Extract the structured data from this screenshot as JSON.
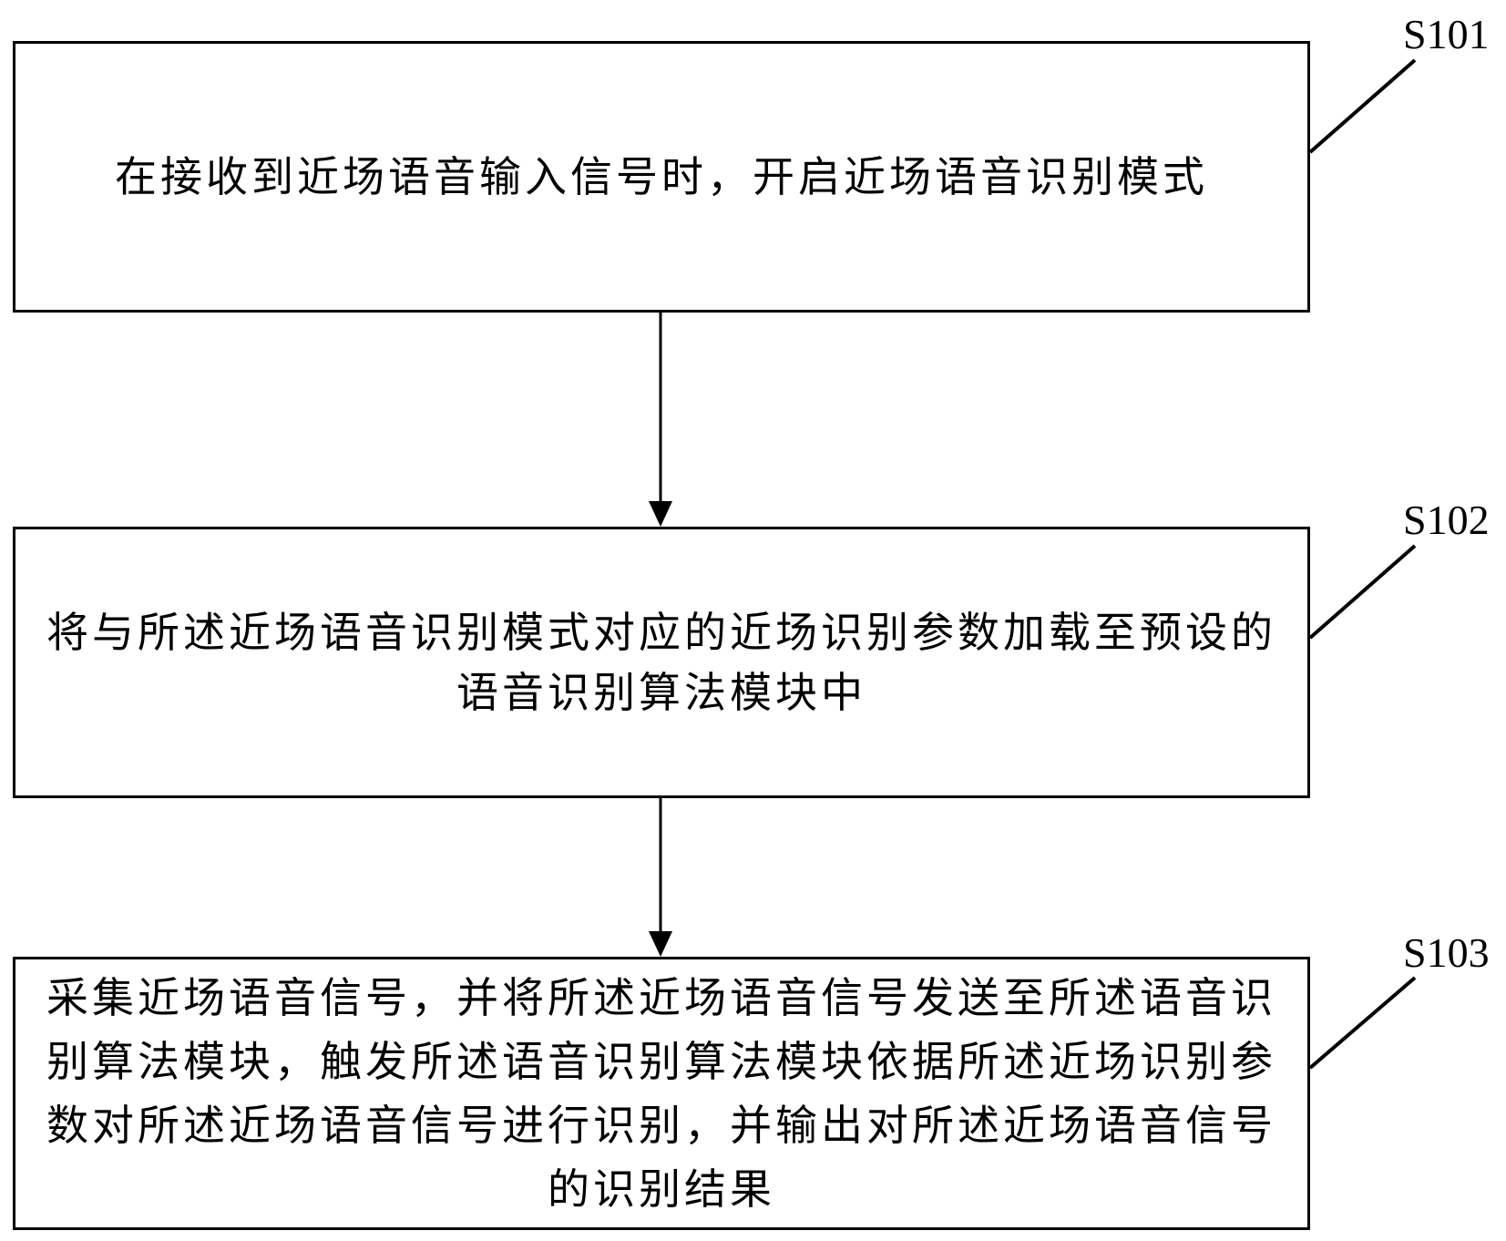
{
  "diagram": {
    "type": "flowchart",
    "steps": [
      {
        "id": "S101",
        "label": "S101",
        "text": "在接收到近场语音输入信号时，开启近场语音识别模式"
      },
      {
        "id": "S102",
        "label": "S102",
        "text": "将与所述近场语音识别模式对应的近场识别参数加载至预设的语音识别算法模块中"
      },
      {
        "id": "S103",
        "label": "S103",
        "text": "采集近场语音信号，并将所述近场语音信号发送至所述语音识别算法模块，触发所述语音识别算法模块依据所述近场识别参数对所述近场语音信号进行识别，并输出对所述近场语音信号的识别结果"
      }
    ],
    "edges": [
      {
        "from": "S101",
        "to": "S102"
      },
      {
        "from": "S102",
        "to": "S103"
      }
    ]
  }
}
